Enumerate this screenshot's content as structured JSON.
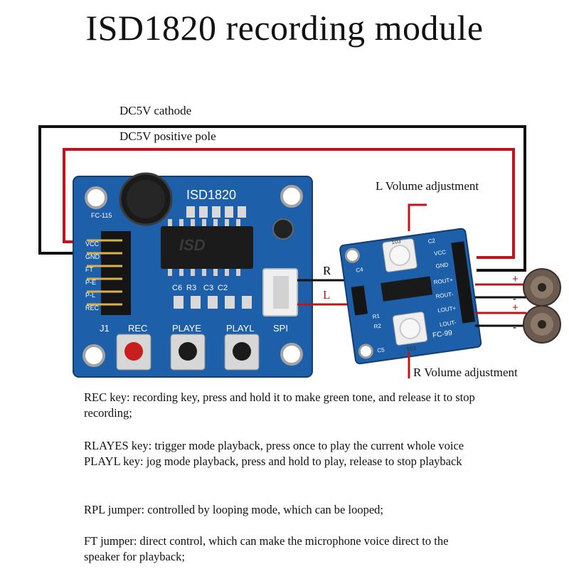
{
  "title": "ISD1820 recording module",
  "wires": {
    "cathode_label": "DC5V cathode",
    "positive_label": "DC5V positive pole",
    "right_label": "R",
    "left_label": "L",
    "cathode_color": "#111111",
    "positive_color": "#c0141c"
  },
  "amp_labels": {
    "l_volume": "L Volume adjustment",
    "r_volume": "R Volume adjustment"
  },
  "isd_board": {
    "name": "ISD1820",
    "model": "FC-115",
    "chip": "ISD",
    "components": [
      "C6",
      "R3",
      "C3",
      "C2"
    ],
    "header": "J1",
    "pins": [
      "VCC",
      "GND",
      "FT",
      "P-E",
      "P-L",
      "REC"
    ],
    "buttons": [
      "REC",
      "PLAYE",
      "PLAYL"
    ],
    "spi": "SPI",
    "board_color": "#1d5fa8"
  },
  "amp_board": {
    "model": "FC-99",
    "pins": [
      "VCC",
      "GND",
      "ROUT+",
      "ROUT-",
      "LOUT+",
      "LOUT-"
    ],
    "caps": [
      "C2",
      "C4",
      "C5",
      "R1",
      "R2"
    ],
    "pot_top": "103",
    "pot_bottom": "103"
  },
  "speaker_polarity": [
    "+",
    "-",
    "+",
    "-"
  ],
  "descriptions": [
    "REC key: recording key, press and hold it to make green tone, and release it to stop recording;",
    "RLAYES key: trigger mode playback, press once to play the current whole voice PLAYL key: jog mode playback, press and hold to play, release to stop playback",
    "RPL jumper: controlled by looping mode, which can be looped;",
    "FT jumper: direct control, which can make the microphone voice direct to the speaker for playback;"
  ]
}
